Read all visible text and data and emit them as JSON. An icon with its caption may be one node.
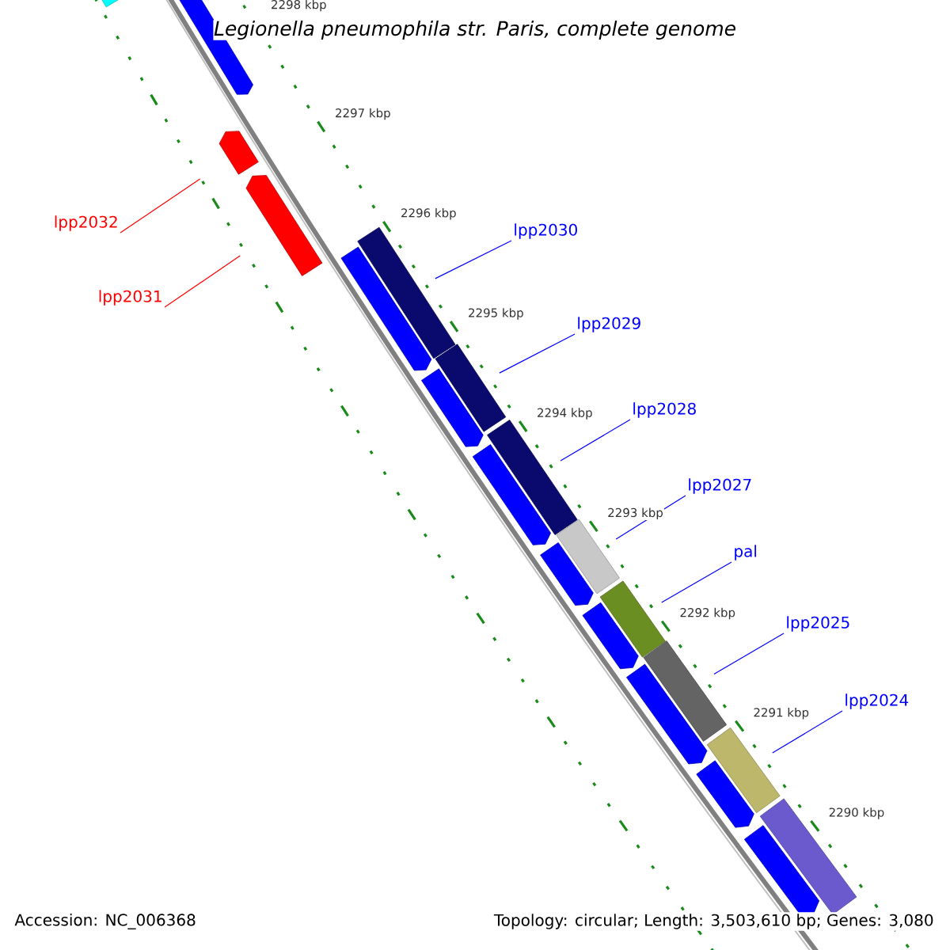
{
  "diagram": {
    "title": "Legionella pneumophila str. Paris, complete genome",
    "nodes": [
      {
        "text": [
          "lpp2032"
        ]
      },
      {
        "text": [
          "lpp2031"
        ]
      },
      {
        "text": [
          "lpp2030"
        ]
      },
      {
        "text": [
          "lpp2029"
        ]
      },
      {
        "text": [
          "lpp2028"
        ]
      },
      {
        "text": [
          "lpp2027"
        ]
      },
      {
        "text": [
          "pal"
        ]
      },
      {
        "text": [
          "lpp2025"
        ]
      },
      {
        "text": [
          "lpp2024"
        ]
      },
      {
        "text": [],
        "shape": "bar"
      },
      {
        "text": [],
        "shape": "arrow"
      },
      {
        "text": [],
        "shape": "arrow"
      },
      {
        "text": [],
        "shape": "arrow"
      },
      {
        "text": [],
        "shape": "bar"
      },
      {
        "text": [],
        "shape": "arrow"
      },
      {
        "text": [],
        "shape": "bar"
      },
      {
        "text": [],
        "shape": "arrow"
      },
      {
        "text": [],
        "shape": "bar"
      },
      {
        "text": [],
        "shape": "arrow"
      },
      {
        "text": [],
        "shape": "bar"
      },
      {
        "text": [],
        "shape": "arrow"
      },
      {
        "text": [],
        "shape": "bar"
      },
      {
        "text": [],
        "shape": "arrow"
      },
      {
        "text": [],
        "shape": "bar"
      },
      {
        "text": [],
        "shape": "arrow"
      },
      {
        "text": [],
        "shape": "bar"
      },
      {
        "text": [],
        "shape": "arrow"
      },
      {
        "text": [],
        "shape": "bar"
      },
      {
        "text": [],
        "shape": "arrow"
      }
    ],
    "edges": [
      {
        "from": 0,
        "to": 11,
        "arrow": "none",
        "color": "#ff0000"
      },
      {
        "from": 1,
        "to": 12,
        "arrow": "none",
        "color": "#ff0000"
      },
      {
        "from": 2,
        "to": 13,
        "arrow": "none"
      },
      {
        "from": 3,
        "to": 15,
        "arrow": "none"
      },
      {
        "from": 4,
        "to": 17,
        "arrow": "none"
      },
      {
        "from": 5,
        "to": 19,
        "arrow": "none"
      },
      {
        "from": 6,
        "to": 21,
        "arrow": "none"
      },
      {
        "from": 7,
        "to": 23,
        "arrow": "none"
      },
      {
        "from": 8,
        "to": 25,
        "arrow": "none"
      }
    ],
    "labels": [
      "2298 kbp",
      "2297 kbp",
      "2296 kbp",
      "2295 kbp",
      "2294 kbp",
      "2293 kbp",
      "2292 kbp",
      "2291 kbp",
      "2290 kbp",
      "Accession: NC_006368",
      "Topology: circular; Length: 3,503,610 bp; Genes: 3,080"
    ]
  }
}
